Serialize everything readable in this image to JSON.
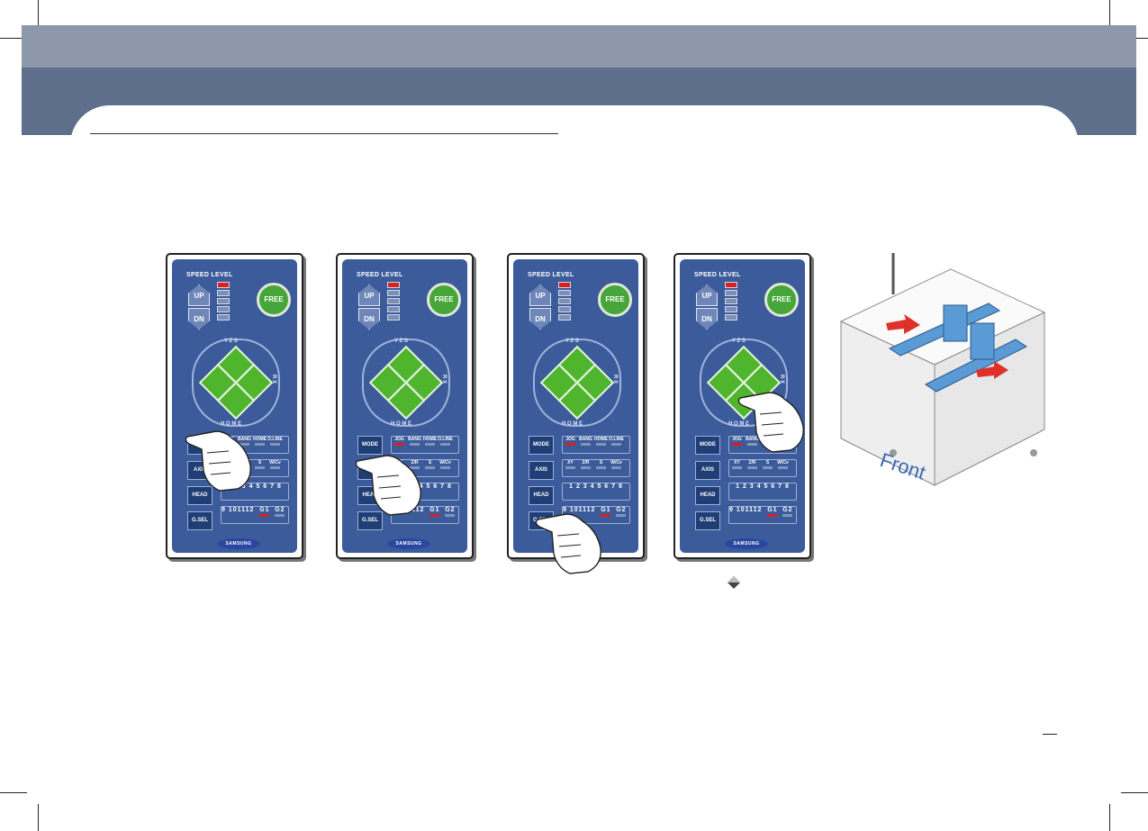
{
  "panel": {
    "speed_label": "SPEED LEVEL",
    "up": "UP",
    "dn": "DN",
    "free": "FREE",
    "pad_top": "Y Z S",
    "pad_right": "R X",
    "pad_bottom": "H O M E",
    "mode": "MODE",
    "axis": "AXIS",
    "head": "HEAD",
    "gsel": "G.SEL",
    "row1": [
      "JOG",
      "BANG",
      "HOME",
      "O.LINE"
    ],
    "row2": [
      "XY",
      "Z/R",
      "S",
      "W/Cv"
    ],
    "row3": "1 2 3 4 5 6 7 8",
    "row4a": "9 101112",
    "row4b": [
      "G1",
      "G2"
    ],
    "brand": "SAMSUNG"
  },
  "machine_label": "Front",
  "colors": {
    "band_top": "#8d98ab",
    "band_bottom": "#5d6f8a",
    "panel": "#3b5b9a",
    "green": "#4eb52d"
  }
}
